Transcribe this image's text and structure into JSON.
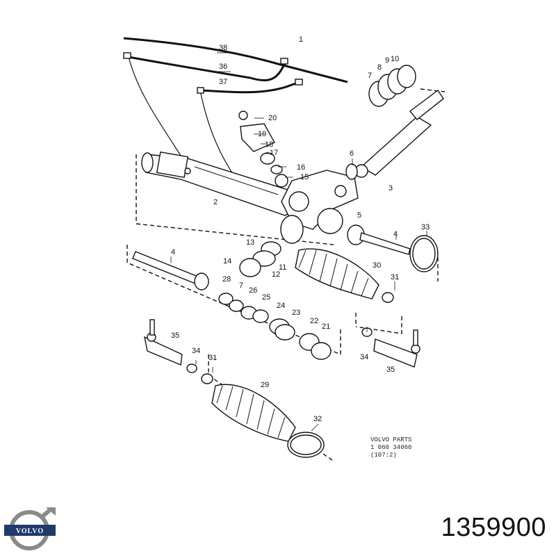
{
  "callouts": [
    {
      "id": "1",
      "text": "1"
    },
    {
      "id": "2",
      "text": "2"
    },
    {
      "id": "3",
      "text": "3"
    },
    {
      "id": "4a",
      "text": "4"
    },
    {
      "id": "4b",
      "text": "4"
    },
    {
      "id": "5",
      "text": "5"
    },
    {
      "id": "6",
      "text": "6"
    },
    {
      "id": "7a",
      "text": "7"
    },
    {
      "id": "7b",
      "text": "7"
    },
    {
      "id": "8",
      "text": "8"
    },
    {
      "id": "9",
      "text": "9"
    },
    {
      "id": "10",
      "text": "10"
    },
    {
      "id": "11",
      "text": "11"
    },
    {
      "id": "12",
      "text": "12"
    },
    {
      "id": "13",
      "text": "13"
    },
    {
      "id": "14",
      "text": "14"
    },
    {
      "id": "15",
      "text": "15"
    },
    {
      "id": "16",
      "text": "16"
    },
    {
      "id": "17",
      "text": "17"
    },
    {
      "id": "18",
      "text": "18"
    },
    {
      "id": "19",
      "text": "19"
    },
    {
      "id": "20",
      "text": "20"
    },
    {
      "id": "21",
      "text": "21"
    },
    {
      "id": "22",
      "text": "22"
    },
    {
      "id": "23",
      "text": "23"
    },
    {
      "id": "24",
      "text": "24"
    },
    {
      "id": "25",
      "text": "25"
    },
    {
      "id": "26",
      "text": "26"
    },
    {
      "id": "28",
      "text": "28"
    },
    {
      "id": "29",
      "text": "29"
    },
    {
      "id": "30",
      "text": "30"
    },
    {
      "id": "31a",
      "text": "31"
    },
    {
      "id": "31b",
      "text": "31"
    },
    {
      "id": "32",
      "text": "32"
    },
    {
      "id": "33",
      "text": "33"
    },
    {
      "id": "34a",
      "text": "34"
    },
    {
      "id": "34b",
      "text": "34"
    },
    {
      "id": "35a",
      "text": "35"
    },
    {
      "id": "35b",
      "text": "35"
    },
    {
      "id": "36",
      "text": "36"
    },
    {
      "id": "37",
      "text": "37"
    },
    {
      "id": "38",
      "text": "38"
    }
  ],
  "caption": {
    "line1": "VOLVO PARTS",
    "line2": "1 060 34060",
    "line3": "(107:2)"
  },
  "logo": {
    "text": "VOLVO"
  },
  "part_number": "1359900"
}
